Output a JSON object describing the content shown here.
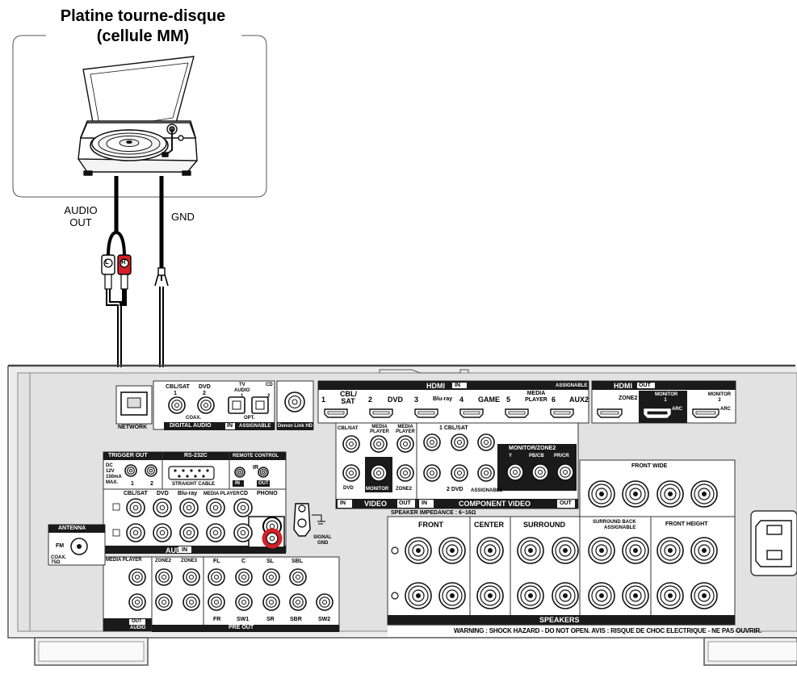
{
  "title_line1": "Platine tourne-disque",
  "title_line2": "(cellule MM)",
  "turntable_labels": {
    "audio_out_line1": "AUDIO",
    "audio_out_line2": "OUT",
    "gnd": "GND",
    "plug_l": "L",
    "plug_r": "R"
  },
  "receiver": {
    "network": "NETWORK",
    "cbl_sat": "CBL/SAT",
    "cbl_sat_num": "1",
    "dvd": "DVD",
    "dvd_num": "2",
    "tv_audio_line1": "TV",
    "tv_audio_line2": "AUDIO",
    "tv_num": "1",
    "cd": "CD",
    "cd_num": "2",
    "coax": "COAX.",
    "opt": "OPT.",
    "digital_audio": "DIGITAL AUDIO",
    "in": "IN",
    "assignable": "ASSIGNABLE",
    "denon_link": "Denon Link HD",
    "hdmi": "HDMI",
    "hdmi_in": "IN",
    "hdmi_out": "OUT",
    "hdmi_inputs": [
      "1",
      "CBL/ SAT",
      "2",
      "DVD",
      "3",
      "Blu-ray",
      "4",
      "GAME",
      "5",
      "MEDIA PLAYER",
      "6",
      "AUX2"
    ],
    "zone2": "ZONE2",
    "monitor1": "MONITOR 1",
    "monitor2": "MONITOR 2",
    "arc": "ARC",
    "trigger_out": "TRIGGER OUT",
    "trigger_1": "1",
    "trigger_2": "2",
    "dc_label": "DC 12V 150mA MAX.",
    "rs232c": "RS-232C",
    "straight_cable": "STRAIGHT CABLE",
    "remote_control": "REMOTE CONTROL",
    "ir": "IR",
    "rc_in": "IN",
    "rc_out": "OUT",
    "audio_in_labels": [
      "CBL/SAT",
      "DVD",
      "Blu-ray",
      "MEDIA PLAYER",
      "CD",
      "PHONO"
    ],
    "audio_in": "AUDIO",
    "audio_in_tag": "IN",
    "signal_gnd_line1": "SIGNAL",
    "signal_gnd_line2": "GND",
    "video_sources": [
      "CBL/SAT",
      "MEDIA PLAYER",
      "MEDIA PLAYER",
      "DVD",
      "MONITOR",
      "ZONE2"
    ],
    "video": "VIDEO",
    "component_video": "COMPONENT VIDEO",
    "component_in1": "1 CBL/SAT",
    "component_in2": "2 DVD",
    "component_y": "Y",
    "component_pb": "PB/CB",
    "component_pr": "PR/CR",
    "monitor_zone2": "MONITOR/ZONE2",
    "speaker_impedance": "SPEAKER IMPEDANCE : 6~16Ω",
    "front": "FRONT",
    "center": "CENTER",
    "surround": "SURROUND",
    "surround_back": "SURROUND BACK",
    "front_height": "FRONT HEIGHT",
    "front_wide": "FRONT WIDE",
    "speakers": "SPEAKERS",
    "antenna": "ANTENNA",
    "fm": "FM",
    "coax_75": "COAX. 75Ω",
    "preout_labels_top": [
      "ZONE2",
      "ZONE3",
      "FL",
      "C",
      "SL",
      "SBL"
    ],
    "preout_labels_bottom": [
      "FR",
      "SW1",
      "SR",
      "SBR",
      "SW2"
    ],
    "pre_out": "PRE OUT",
    "media_player_out": "MEDIA PLAYER",
    "audio_out_tag": "OUT",
    "audio_out": "AUDIO",
    "warning": "WARNING : SHOCK HAZARD - DO NOT OPEN.  AVIS : RISQUE DE CHOC ELECTRIQUE - NE PAS OUVRIR."
  }
}
